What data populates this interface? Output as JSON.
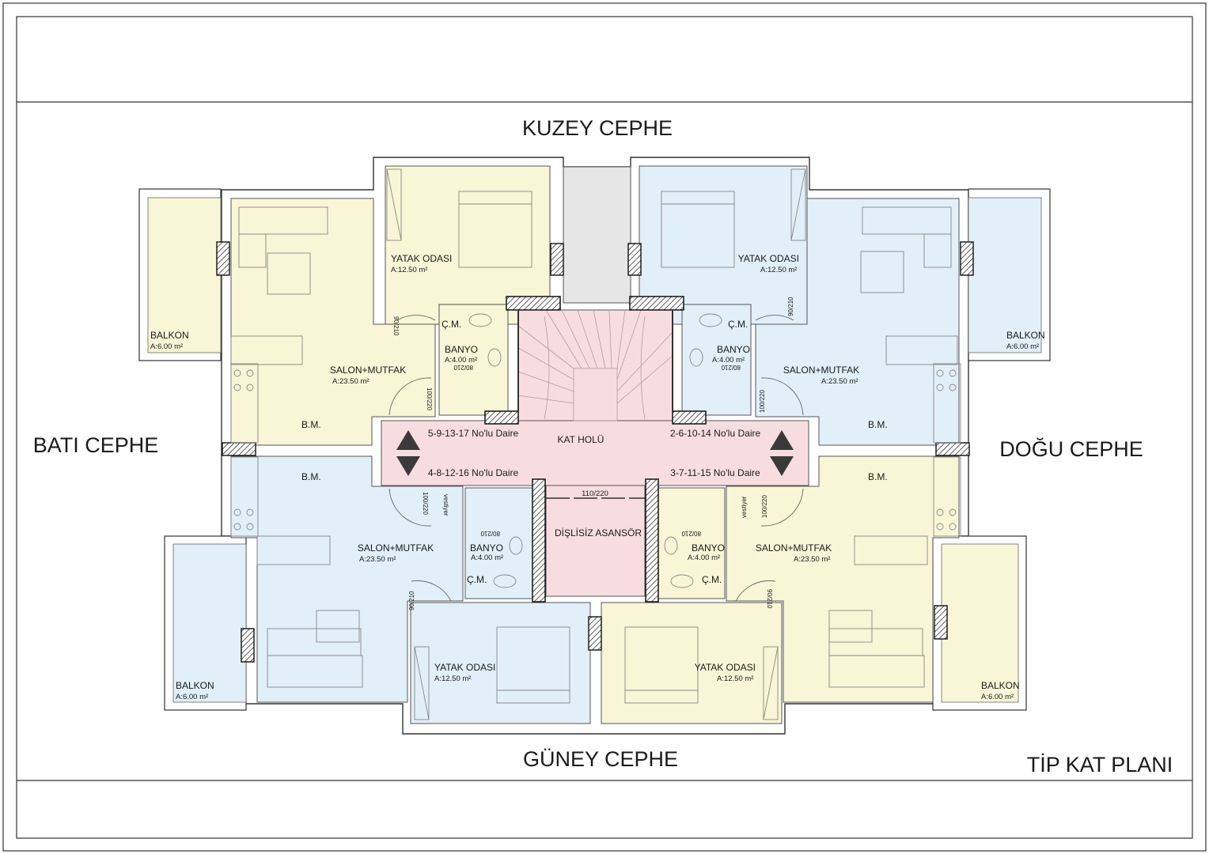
{
  "facades": {
    "north": "KUZEY CEPHE",
    "south": "GÜNEY CEPHE",
    "west": "BATI CEPHE",
    "east": "DOĞU CEPHE"
  },
  "plan_title": "TİP KAT PLANI",
  "colors": {
    "yellow": "#f8f6d6",
    "blue": "#e1eff8",
    "pink": "#f8dde0",
    "gray": "#e6e6e6",
    "wall": "#333333"
  },
  "core": {
    "hall": "KAT HOLÜ",
    "elevator": "DİŞLİSİZ ASANSÖR",
    "elevator_door": "110/220"
  },
  "units": {
    "nw": "5-9-13-17 No'lu Daire",
    "ne": "2-6-10-14 No'lu Daire",
    "sw": "4-8-12-16 No'lu Daire",
    "se": "3-7-11-15 No'lu Daire"
  },
  "rooms": {
    "bedroom": "YATAK ODASI",
    "bedroom_area": "A:12.50 m²",
    "living": "SALON+MUTFAK",
    "living_area": "A:23.50 m²",
    "balcony": "BALKON",
    "balcony_area": "A:6.00 m²",
    "bath": "BANYO",
    "bath_area": "A:4.00 m²",
    "laundry": "Ç.M.",
    "dishwasher": "B.M.",
    "closet": "vestiyer"
  },
  "doors": {
    "d90": "90/210",
    "d80": "80/210",
    "d100": "100/220"
  }
}
